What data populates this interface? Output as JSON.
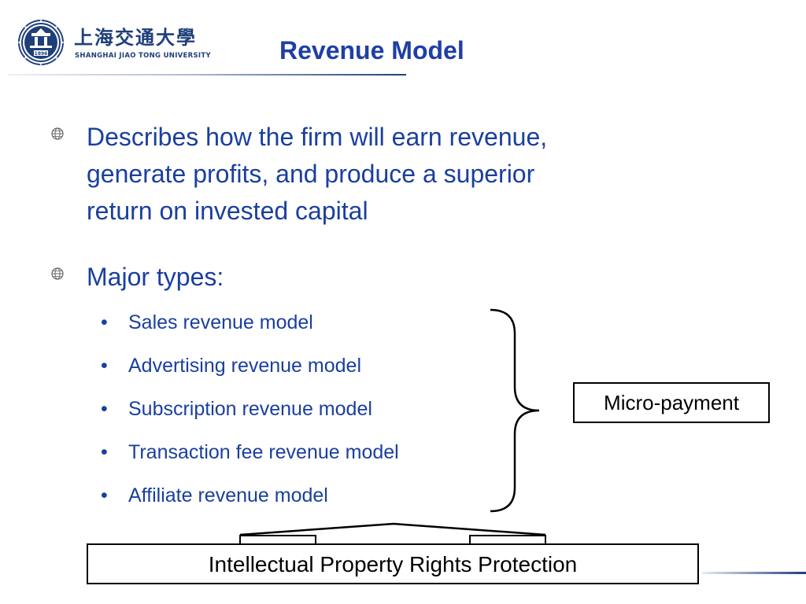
{
  "header": {
    "title": "Revenue Model",
    "logo": {
      "chinese_name": "上海交通大學",
      "english_name": "SHANGHAI  JIAO TONG  UNIVERSITY",
      "seal_year": "1896"
    }
  },
  "bullets": [
    {
      "lines": [
        "Describes how the firm will earn revenue,",
        "generate profits, and produce a superior",
        "return on invested capital"
      ]
    },
    {
      "lines": [
        "Major types:"
      ]
    }
  ],
  "sub_bullet_marker": "•",
  "sub_bullets": [
    "Sales revenue model",
    "Advertising revenue model",
    "Subscription revenue model",
    "Transaction fee revenue model",
    "Affiliate revenue model"
  ],
  "callouts": {
    "micro_payment": "Micro-payment",
    "ipr": "Intellectual Property Rights Protection"
  },
  "colors": {
    "title": "#1e3fa6",
    "body_text": "#1a3f9e",
    "brand_navy": "#1e3f7a",
    "box_border": "#000000"
  }
}
